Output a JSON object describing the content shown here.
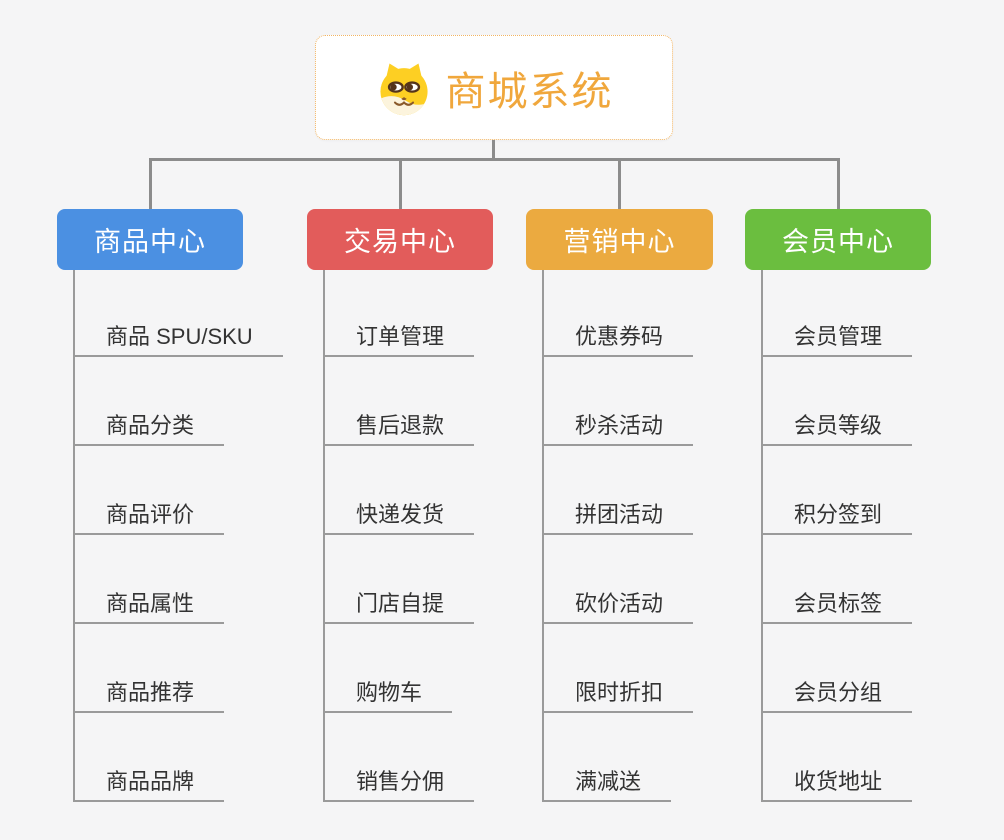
{
  "root": {
    "title": "商城系统",
    "icon": "dog-face-icon"
  },
  "branches": [
    {
      "label": "商品中心",
      "color": "#4b90e2",
      "children": [
        "商品 SPU/SKU",
        "商品分类",
        "商品评价",
        "商品属性",
        "商品推荐",
        "商品品牌"
      ]
    },
    {
      "label": "交易中心",
      "color": "#e25c5b",
      "children": [
        "订单管理",
        "售后退款",
        "快递发货",
        "门店自提",
        "购物车",
        "销售分佣"
      ]
    },
    {
      "label": "营销中心",
      "color": "#ebaa40",
      "children": [
        "优惠券码",
        "秒杀活动",
        "拼团活动",
        "砍价活动",
        "限时折扣",
        "满减送"
      ]
    },
    {
      "label": "会员中心",
      "color": "#6bbe3f",
      "children": [
        "会员管理",
        "会员等级",
        "积分签到",
        "会员标签",
        "会员分组",
        "收货地址"
      ]
    }
  ],
  "colors": {
    "background": "#f5f5f6",
    "connector": "#8c8c8c",
    "leaf_line": "#9a9a9a",
    "root_border": "#f2b563",
    "root_title": "#f0a73c",
    "leaf_text": "#333333"
  }
}
